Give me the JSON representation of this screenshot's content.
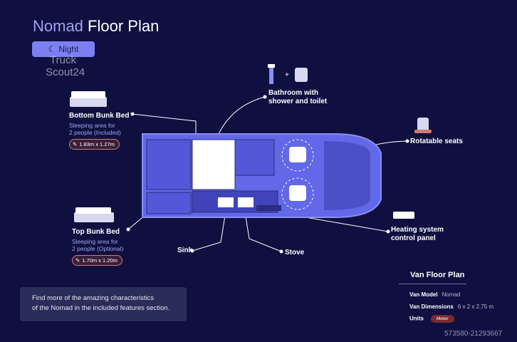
{
  "title": {
    "brand": "Nomad",
    "rest": " Floor Plan"
  },
  "night_button": {
    "label": "Night",
    "icon": "moon-icon"
  },
  "watermark": {
    "line1": "Truck",
    "line2": "Scout24",
    "code": "573580-21293667"
  },
  "callouts": {
    "bottom_bunk": {
      "title": "Bottom Bunk Bed",
      "line1": "Sleeping area for",
      "line2": "2 people (Included)",
      "dim": "1.83m x 1.27m"
    },
    "top_bunk": {
      "title": "Top Bunk Bed",
      "line1": "Sleeping area for",
      "line2": "2 people (Optional)",
      "dim": "1.70m x 1.20m"
    },
    "bathroom": {
      "line1": "Bathroom with",
      "line2": "shower and toilet"
    },
    "seats": {
      "title": "Rotatable seats"
    },
    "heating": {
      "line1": "Heating system",
      "line2": "control panel"
    },
    "sink": {
      "title": "Sink"
    },
    "stove": {
      "title": "Stove"
    }
  },
  "features_box": {
    "line1": "Find more of the amazing characteristics",
    "line2": "of the Nomad in the included features section."
  },
  "specs": {
    "title": "Van Floor Plan",
    "model_label": "Van Model",
    "model_value": "Nomad",
    "dims_label": "Van Dimensions",
    "dims_value": "6 x 2 x 2.75 m",
    "units_label": "Units",
    "units_value": "Meter"
  },
  "colors": {
    "background": "#0f1040",
    "accent": "#7c80f0",
    "van": "#6368e8",
    "badge": "#7a2a30"
  }
}
